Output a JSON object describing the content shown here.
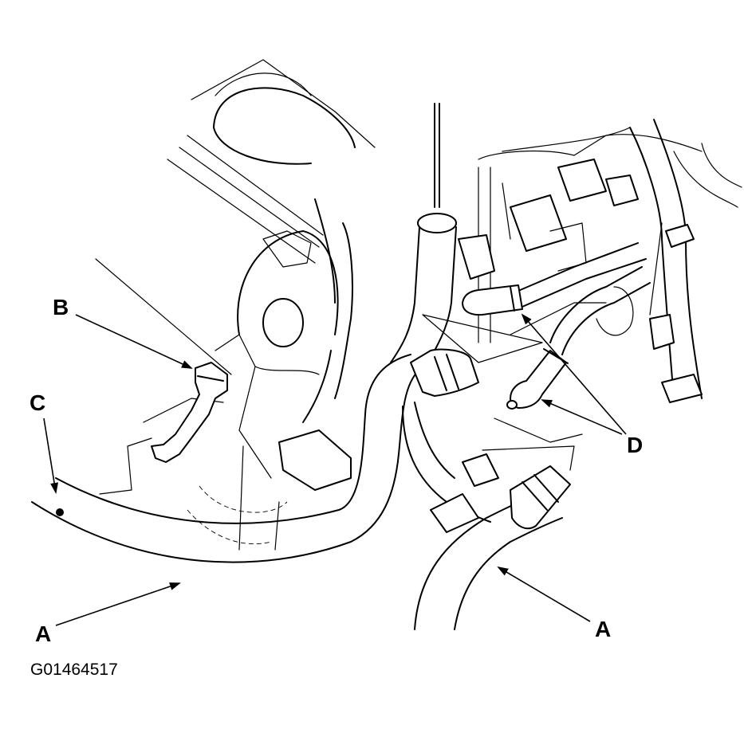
{
  "callouts": {
    "a_left": "A",
    "a_right": "A",
    "b": "B",
    "c": "C",
    "d": "D"
  },
  "figure_id": "G01464517"
}
